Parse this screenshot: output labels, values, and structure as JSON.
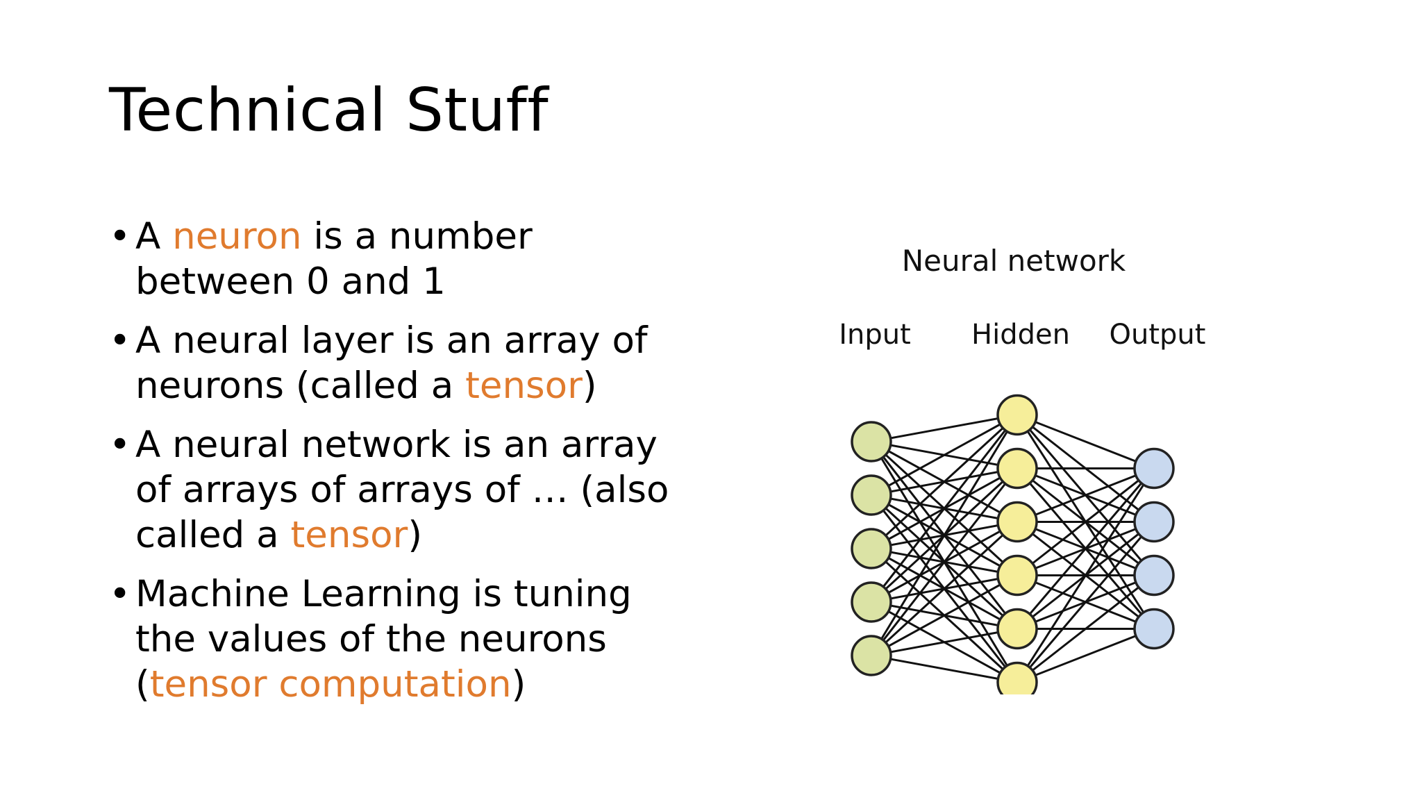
{
  "slide": {
    "title": "Technical Stuff",
    "bullets": [
      {
        "parts": [
          {
            "text": "A ",
            "highlight": false
          },
          {
            "text": "neuron",
            "highlight": true
          },
          {
            "text": " is a number between 0 and 1",
            "highlight": false
          }
        ]
      },
      {
        "parts": [
          {
            "text": "A neural layer is an array of neurons (called a ",
            "highlight": false
          },
          {
            "text": "tensor",
            "highlight": true
          },
          {
            "text": ")",
            "highlight": false
          }
        ]
      },
      {
        "parts": [
          {
            "text": "A neural network is an array of arrays of arrays of … (also called a ",
            "highlight": false
          },
          {
            "text": "tensor",
            "highlight": true
          },
          {
            "text": ")",
            "highlight": false
          }
        ]
      },
      {
        "parts": [
          {
            "text": "Machine Learning is tuning the values of the neurons (",
            "highlight": false
          },
          {
            "text": "tensor computation",
            "highlight": true
          },
          {
            "text": ")",
            "highlight": false
          }
        ]
      }
    ],
    "bullet_symbol": "•",
    "highlight_color": "#e07b2e"
  },
  "diagram": {
    "title": "Neural network",
    "layers": [
      {
        "label": "Input",
        "count": 5,
        "fill": "#dbe3a5",
        "stroke": "#222222"
      },
      {
        "label": "Hidden",
        "count": 6,
        "fill": "#f6ee9a",
        "stroke": "#222222"
      },
      {
        "label": "Output",
        "count": 4,
        "fill": "#c9d9ef",
        "stroke": "#222222"
      }
    ],
    "fully_connected": true
  }
}
